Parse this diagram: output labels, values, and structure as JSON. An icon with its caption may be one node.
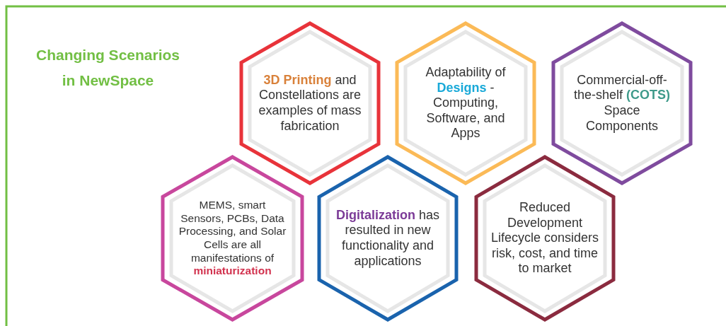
{
  "diagram": {
    "title": "Changing Scenarios in NewSpace",
    "nodes": [
      {
        "text": [
          "**3D Printing** and Constellations are examples of mass fabrication"
        ]
      },
      {
        "text": [
          "Adaptability of **Designs** - Computing, Software, and Apps"
        ]
      },
      {
        "text": [
          "Commercial-off-the-shelf **(COTS)** Space Components"
        ]
      },
      {
        "text": [
          "MEMS, smart Sensors, PCBs, Data Processing, and Solar Cells are all manifestations of **miniaturization**"
        ]
      },
      {
        "text": [
          "**Digitalization** has resulted in new functionality and applications"
        ]
      },
      {
        "text": [
          "Reduced Development Lifecycle considers risk, cost, and time to market"
        ]
      }
    ]
  }
}
